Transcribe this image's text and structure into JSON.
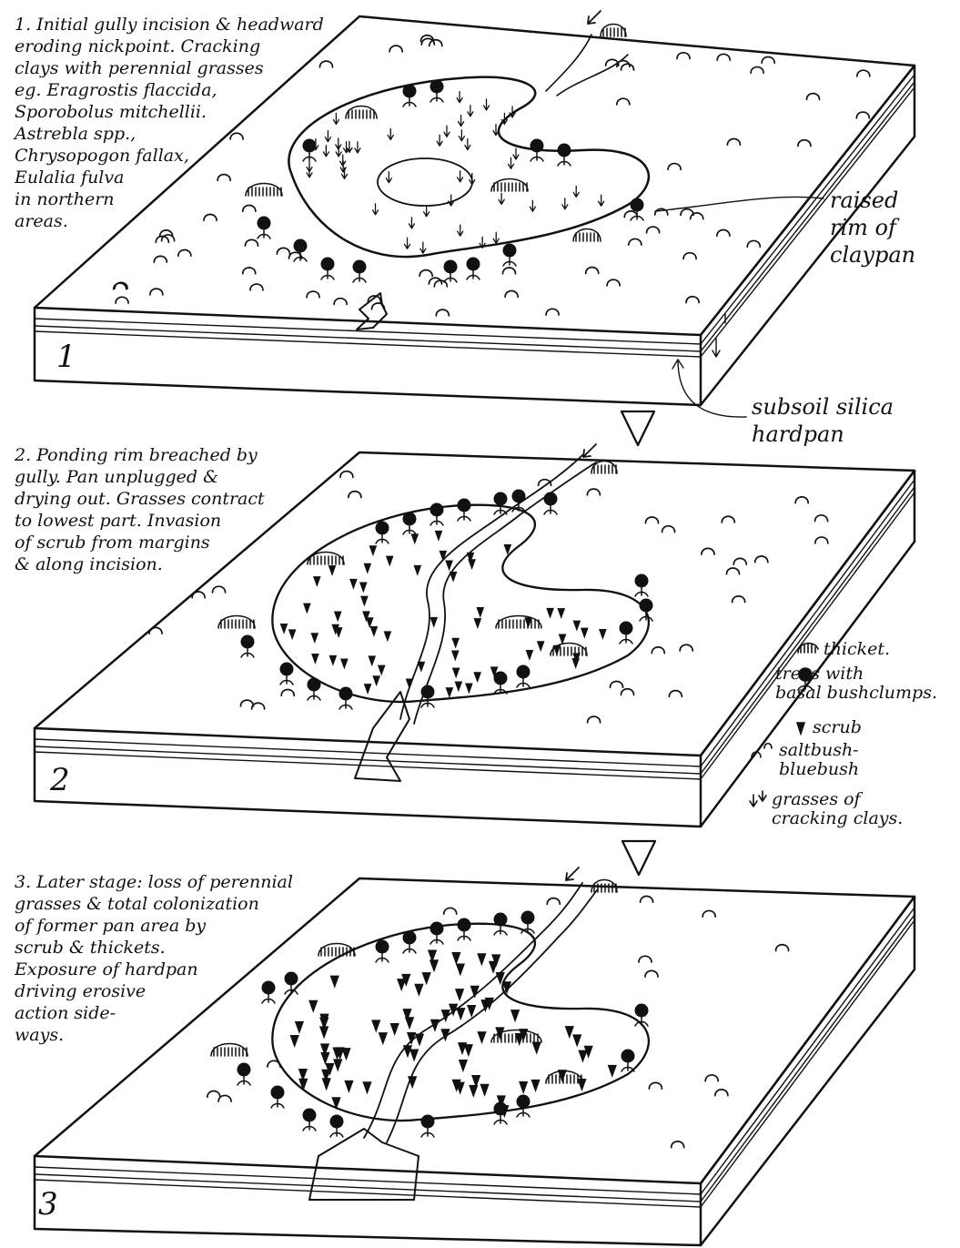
{
  "stages": [
    {
      "number": "1",
      "caption_lines": [
        "1. Initial gully incision & headward",
        "eroding nickpoint. Cracking",
        "clays with perennial grasses",
        "eg. Eragrostis flaccida,",
        "Sporobolus mitchellii.",
        "Astrebla spp.,",
        "Chrysopogon fallax,",
        "Eulalia fulva",
        "in northern",
        "areas."
      ]
    },
    {
      "number": "2",
      "caption_lines": [
        "2. Ponding rim breached by",
        "gully. Pan unplugged &",
        "drying out. Grasses contract",
        "to lowest part. Invasion",
        "of scrub from margins",
        "& along incision."
      ]
    },
    {
      "number": "3",
      "caption_lines": [
        "3. Later stage: loss of perennial",
        "grasses & total colonization",
        "of former pan area by",
        "scrub & thickets.",
        "Exposure of hardpan",
        "driving erosive",
        "action side-",
        "ways."
      ]
    }
  ],
  "callouts": {
    "raised_rim": [
      "raised",
      "rim of",
      "claypan"
    ],
    "hardpan": [
      "subsoil silica",
      "hardpan"
    ]
  },
  "legend": {
    "thicket": [
      "thicket."
    ],
    "trees": [
      "trees with",
      "basal bushclumps."
    ],
    "scrub": [
      "scrub"
    ],
    "saltbush": [
      "saltbush-",
      "bluebush"
    ],
    "grasses": [
      "grasses of",
      "cracking clays."
    ]
  }
}
